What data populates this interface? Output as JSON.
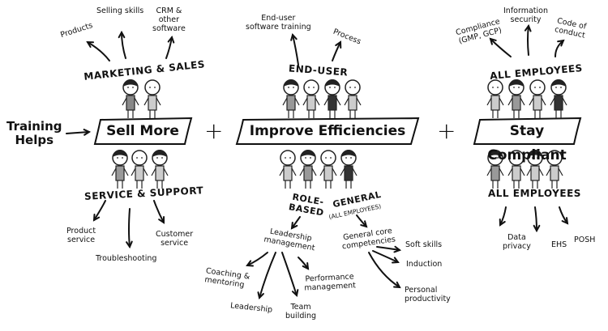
{
  "intro": "Training\nHelps",
  "plus": "+",
  "pillars": [
    {
      "banner": "Sell More",
      "top_group": "MARKETING & SALES",
      "top_items": [
        "Products",
        "Selling skills",
        "CRM &\nother\nsoftware"
      ],
      "bottom_group": "SERVICE & SUPPORT",
      "bottom_items": [
        "Product\nservice",
        "Troubleshooting",
        "Customer\nservice"
      ]
    },
    {
      "banner": "Improve Efficiencies",
      "top_group": "END-USER",
      "top_items": [
        "End-user\nsoftware training",
        "Process"
      ],
      "role_based": {
        "label": "ROLE-\nBASED",
        "item": "Leadership\nmanagement",
        "sub_items": [
          "Coaching &\nmentoring",
          "Leadership",
          "Team\nbuilding",
          "Performance\nmanagement"
        ]
      },
      "general": {
        "label": "GENERAL",
        "sublabel": "(ALL EMPLOYEES)",
        "item": "General core\ncompetencies",
        "sub_items": [
          "Soft skills",
          "Induction",
          "Personal\nproductivity"
        ]
      }
    },
    {
      "banner": "Stay Compliant",
      "top_group": "ALL EMPLOYEES",
      "top_items": [
        "Compliance\n(GMP, GCP)",
        "Information\nsecurity",
        "Code of\nconduct"
      ],
      "bottom_group": "ALL EMPLOYEES",
      "bottom_items": [
        "Data\nprivacy",
        "EHS",
        "POSH"
      ]
    }
  ]
}
